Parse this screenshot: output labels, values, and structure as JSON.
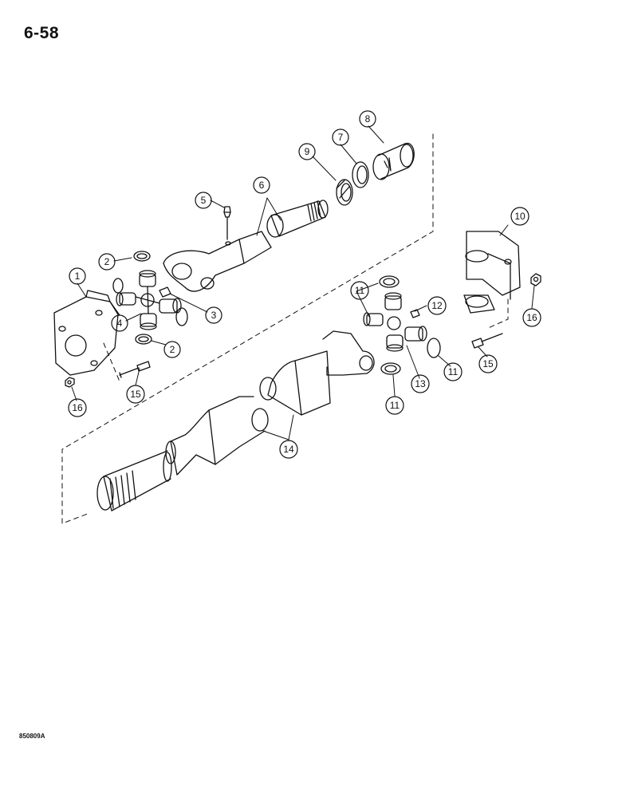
{
  "page": {
    "number": "6-58",
    "figure_code": "850809A"
  },
  "callouts": [
    {
      "label": "1"
    },
    {
      "label": "2"
    },
    {
      "label": "2"
    },
    {
      "label": "3"
    },
    {
      "label": "4"
    },
    {
      "label": "5"
    },
    {
      "label": "6"
    },
    {
      "label": "7"
    },
    {
      "label": "8"
    },
    {
      "label": "9"
    },
    {
      "label": "10"
    },
    {
      "label": "11"
    },
    {
      "label": "11"
    },
    {
      "label": "11"
    },
    {
      "label": "12"
    },
    {
      "label": "13"
    },
    {
      "label": "14"
    },
    {
      "label": "15"
    },
    {
      "label": "15"
    },
    {
      "label": "16"
    },
    {
      "label": "16"
    }
  ]
}
